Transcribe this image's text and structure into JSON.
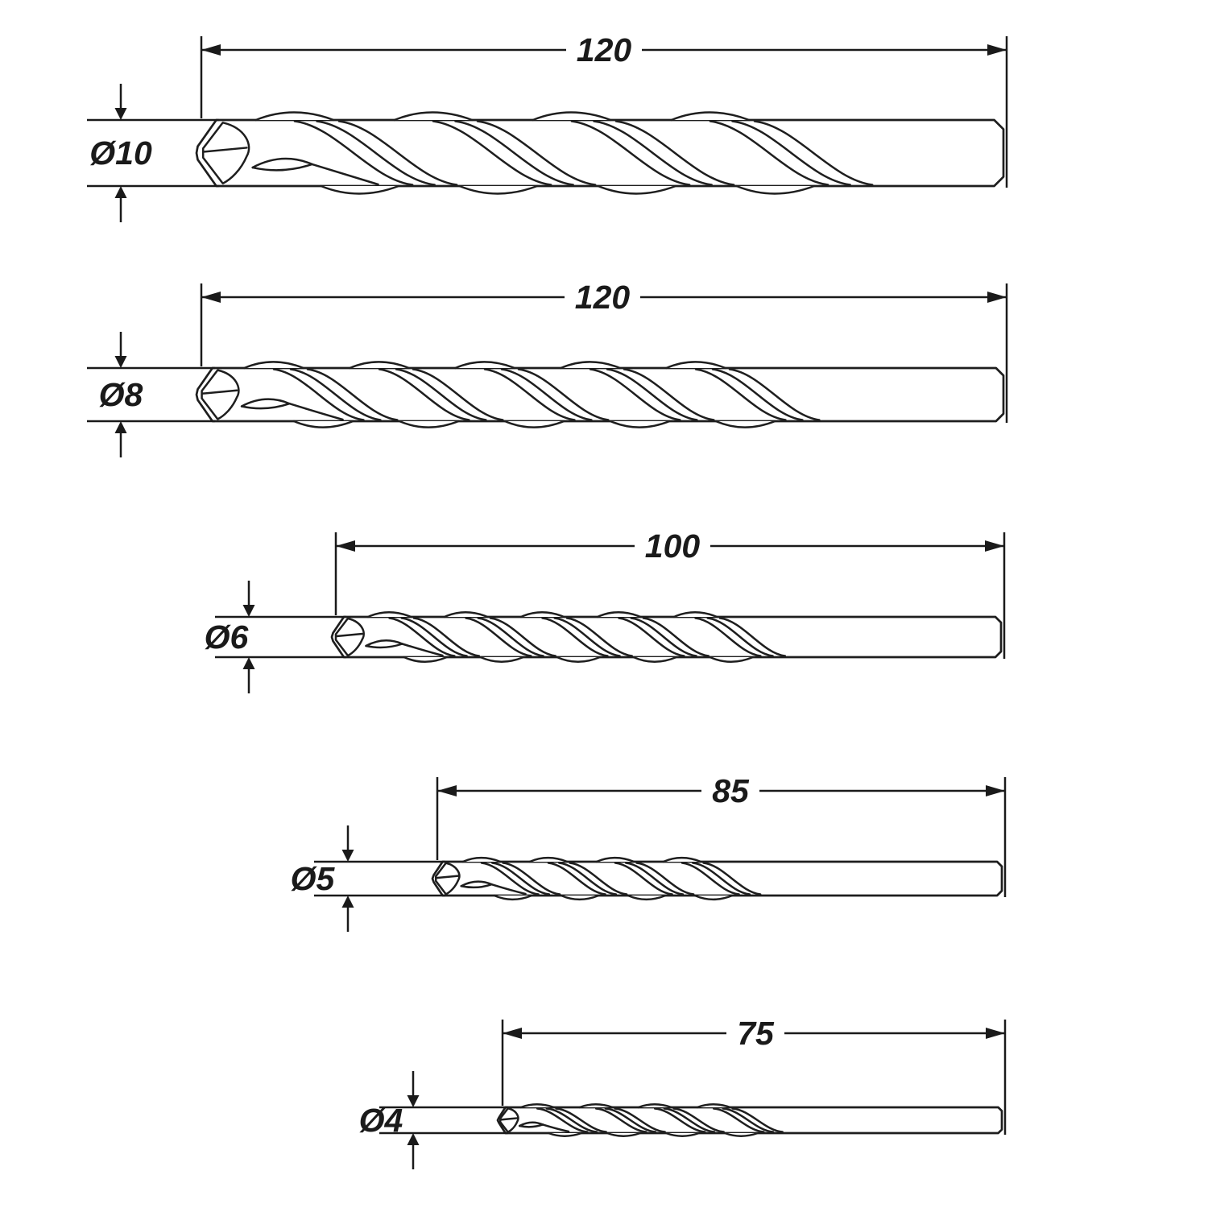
{
  "diagram": {
    "type": "technical-drawing",
    "subject": "masonry-drill-bit-set",
    "units_implied": "mm",
    "description": "Five twist drill bits in side view, each with an overall length dimension line and a diameter callout",
    "colors": {
      "line": "#1e1e1e",
      "background": "#ffffff",
      "text": "#1a1a1a"
    },
    "bits": [
      {
        "diameter_label": "Ø10",
        "length_label": "120",
        "diameter_mm": 10,
        "length_mm": 120
      },
      {
        "diameter_label": "Ø8",
        "length_label": "120",
        "diameter_mm": 8,
        "length_mm": 120
      },
      {
        "diameter_label": "Ø6",
        "length_label": "100",
        "diameter_mm": 6,
        "length_mm": 100
      },
      {
        "diameter_label": "Ø5",
        "length_label": "85",
        "diameter_mm": 5,
        "length_mm": 85
      },
      {
        "diameter_label": "Ø4",
        "length_label": "75",
        "diameter_mm": 4,
        "length_mm": 75
      }
    ]
  }
}
